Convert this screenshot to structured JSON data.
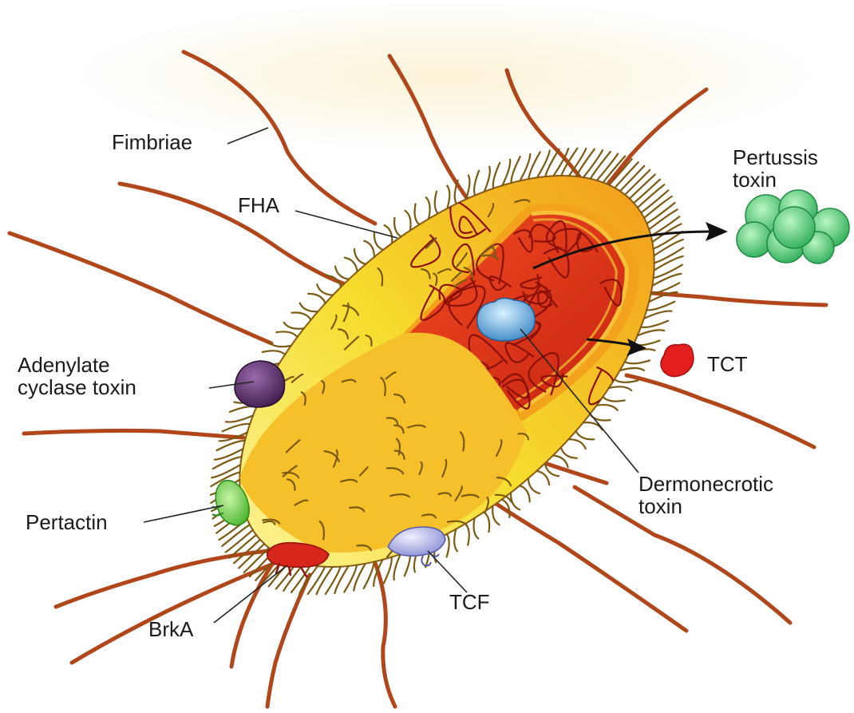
{
  "labels": {
    "fimbriae": "Fimbriae",
    "fha": "FHA",
    "pertussis_line1": "Pertussis",
    "pertussis_line2": "toxin",
    "adenylate_line1": "Adenylate",
    "adenylate_line2": "cyclase toxin",
    "tct": "TCT",
    "pertactin": "Pertactin",
    "dermonecrotic_line1": "Dermonecrotic",
    "dermonecrotic_line2": "toxin",
    "brka": "BrkA",
    "tcf": "TCF"
  },
  "colors": {
    "background": "#ffffff",
    "haze": "#fbf2d4",
    "cell_yellow": "#f6dd2e",
    "cell_orange": "#f2a21d",
    "cell_outline": "#8a5a10",
    "cytoplasm": "#e4361a",
    "dna": "#8a1008",
    "fimbriae": "#b0461a",
    "pili": "#7a5a12",
    "pertussis_toxin": "#4fcf74",
    "tct": "#e41d1d",
    "adenylate_cyclase": "#5a2f6c",
    "pertactin": "#6ccf48",
    "brka": "#d8261c",
    "tcf": "#b5b8e8",
    "dermonecrotic": "#5aa8dc",
    "leader": "#222222"
  }
}
